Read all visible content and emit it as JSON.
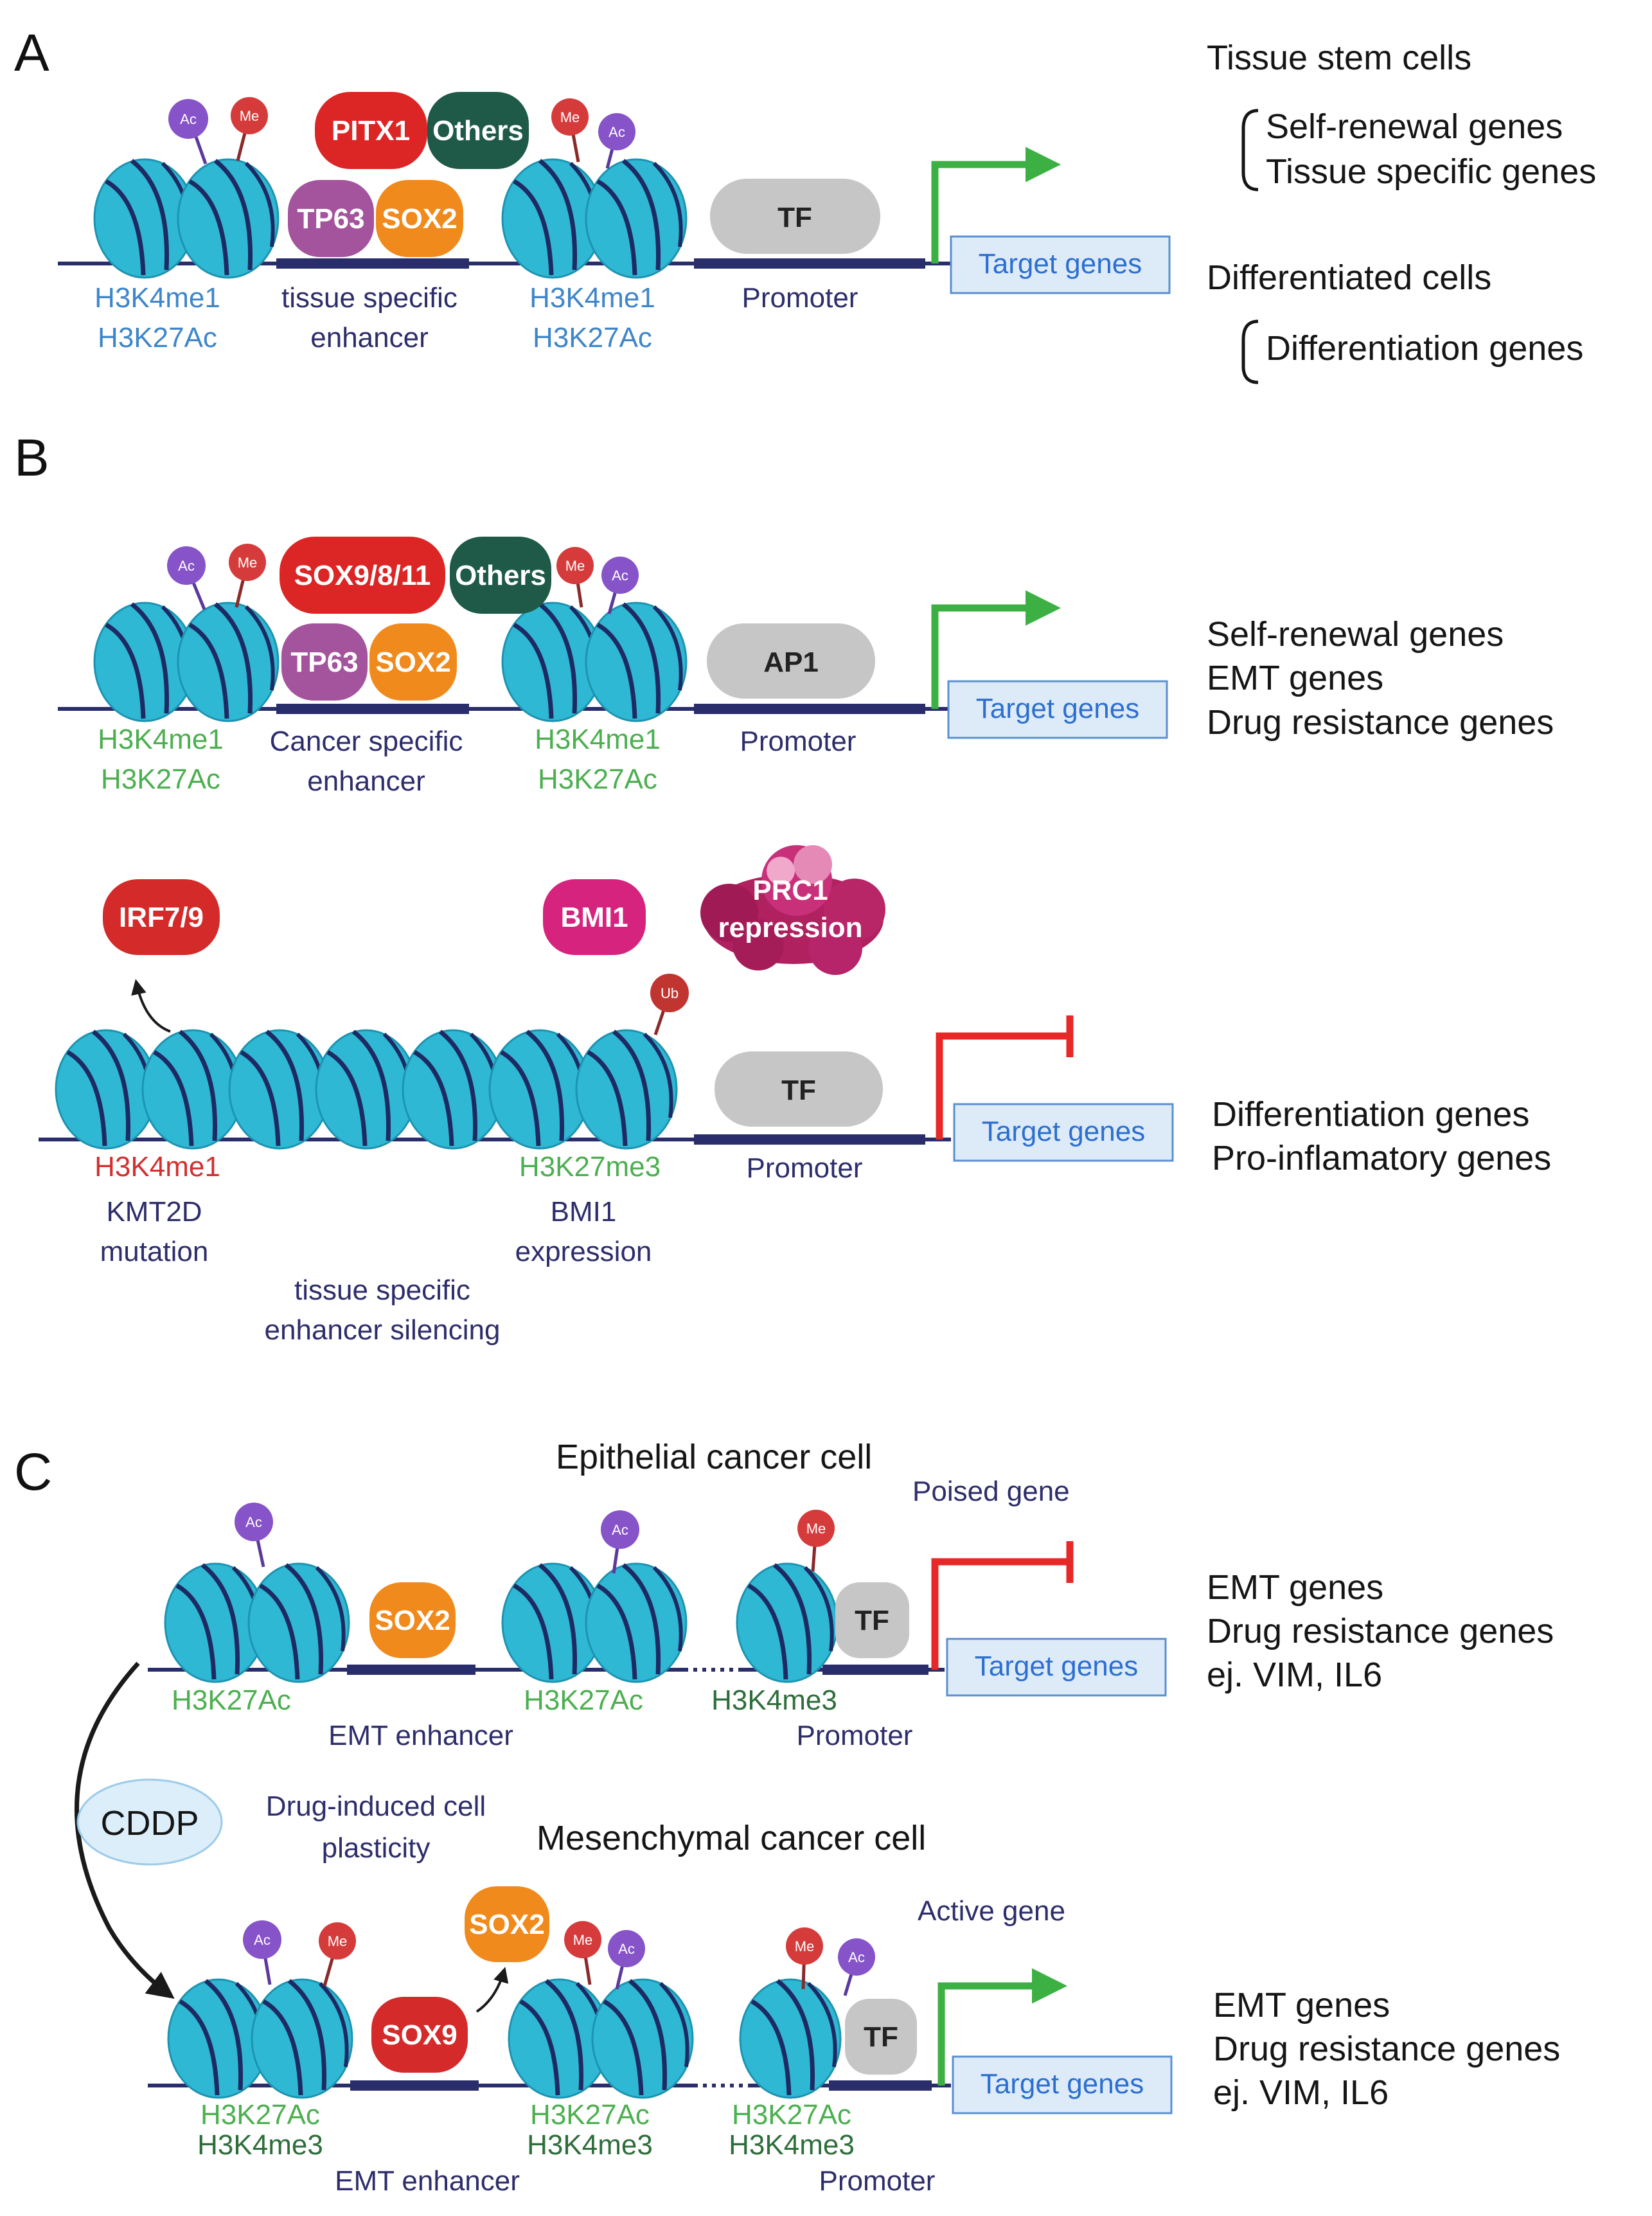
{
  "colors": {
    "nucleosome": "#2fb8d3",
    "nucleosome_dark": "#1c94b2",
    "dna": "#2a2d6b",
    "acetyl": "#8653c9",
    "methyl": "#d63b3b",
    "ubiquitin": "#c0352f",
    "active_arrow": "#3cb043",
    "repressed_arrow": "#e82727",
    "mark_blue": "#3e86c9",
    "mark_green": "#4caf50",
    "mark_red": "#d32f2f",
    "mark_darkgreen": "#2e6e3b",
    "navy_text": "#2d2d6b",
    "target_box_fill": "#ddebf8",
    "target_box_stroke": "#5b8fd0"
  },
  "panel_a": {
    "letter": "A",
    "ptm": {
      "ac": "Ac",
      "me": "Me"
    },
    "tfs": {
      "pitx1": "PITX1",
      "others": "Others",
      "tp63": "TP63",
      "sox2": "SOX2",
      "tf": "TF"
    },
    "marks_left": [
      "H3K4me1",
      "H3K27Ac"
    ],
    "enhancer": [
      "tissue specific",
      "enhancer"
    ],
    "marks_right": [
      "H3K4me1",
      "H3K27Ac"
    ],
    "promoter": "Promoter",
    "target": "Target genes",
    "stem_title": "Tissue stem cells",
    "stem_genes": [
      "Self-renewal genes",
      "Tissue specific genes"
    ],
    "diff_title": "Differentiated cells",
    "diff_genes": [
      "Differentiation genes"
    ]
  },
  "panel_b": {
    "letter": "B",
    "ptm": {
      "ac": "Ac",
      "me": "Me",
      "ub": "Ub"
    },
    "tfs": {
      "sox9": "SOX9/8/11",
      "others": "Others",
      "tp63": "TP63",
      "sox2": "SOX2",
      "ap1": "AP1",
      "tf": "TF"
    },
    "marks_left": [
      "H3K4me1",
      "H3K27Ac"
    ],
    "enhancer": [
      "Cancer specific",
      "enhancer"
    ],
    "marks_right": [
      "H3K4me1",
      "H3K27Ac"
    ],
    "promoter": "Promoter",
    "target": "Target genes",
    "genes_top": [
      "Self-renewal genes",
      "EMT genes",
      "Drug resistance genes"
    ],
    "irf": "IRF7/9",
    "bmi1": "BMI1",
    "prc1": [
      "PRC1",
      "repression"
    ],
    "mark_h3k4me1": "H3K4me1",
    "kmt2d": [
      "KMT2D",
      "mutation"
    ],
    "silencing": [
      "tissue specific",
      "enhancer silencing"
    ],
    "mark_h3k27me3": "H3K27me3",
    "bmi1_expr": [
      "BMI1",
      "expression"
    ],
    "promoter2": "Promoter",
    "target2": "Target genes",
    "genes_bottom": [
      "Differentiation genes",
      "Pro-inflamatory genes"
    ]
  },
  "panel_c": {
    "letter": "C",
    "ptm": {
      "ac": "Ac",
      "me": "Me"
    },
    "epi_title": "Epithelial cancer cell",
    "poised": "Poised gene",
    "sox2": "SOX2",
    "tf": "TF",
    "h3k27ac": "H3K27Ac",
    "h3k4me3": "H3K4me3",
    "emt_enhancer": "EMT enhancer",
    "promoter": "Promoter",
    "target": "Target genes",
    "genes_top": [
      "EMT genes",
      "Drug resistance genes",
      "ej. VIM, IL6"
    ],
    "cddp": "CDDP",
    "plasticity": [
      "Drug-induced cell",
      "plasticity"
    ],
    "mes_title": "Mesenchymal cancer cell",
    "active": "Active gene",
    "sox9": "SOX9",
    "sox2b": "SOX2",
    "tf2": "TF",
    "marks_a": [
      "H3K27Ac",
      "H3K4me3"
    ],
    "marks_b": [
      "H3K27Ac",
      "H3K4me3"
    ],
    "marks_c": [
      "H3K27Ac",
      "H3K4me3"
    ],
    "emt_enhancer2": "EMT enhancer",
    "promoter2": "Promoter",
    "target2": "Target genes",
    "genes_bottom": [
      "EMT genes",
      "Drug resistance genes",
      "ej. VIM, IL6"
    ]
  }
}
